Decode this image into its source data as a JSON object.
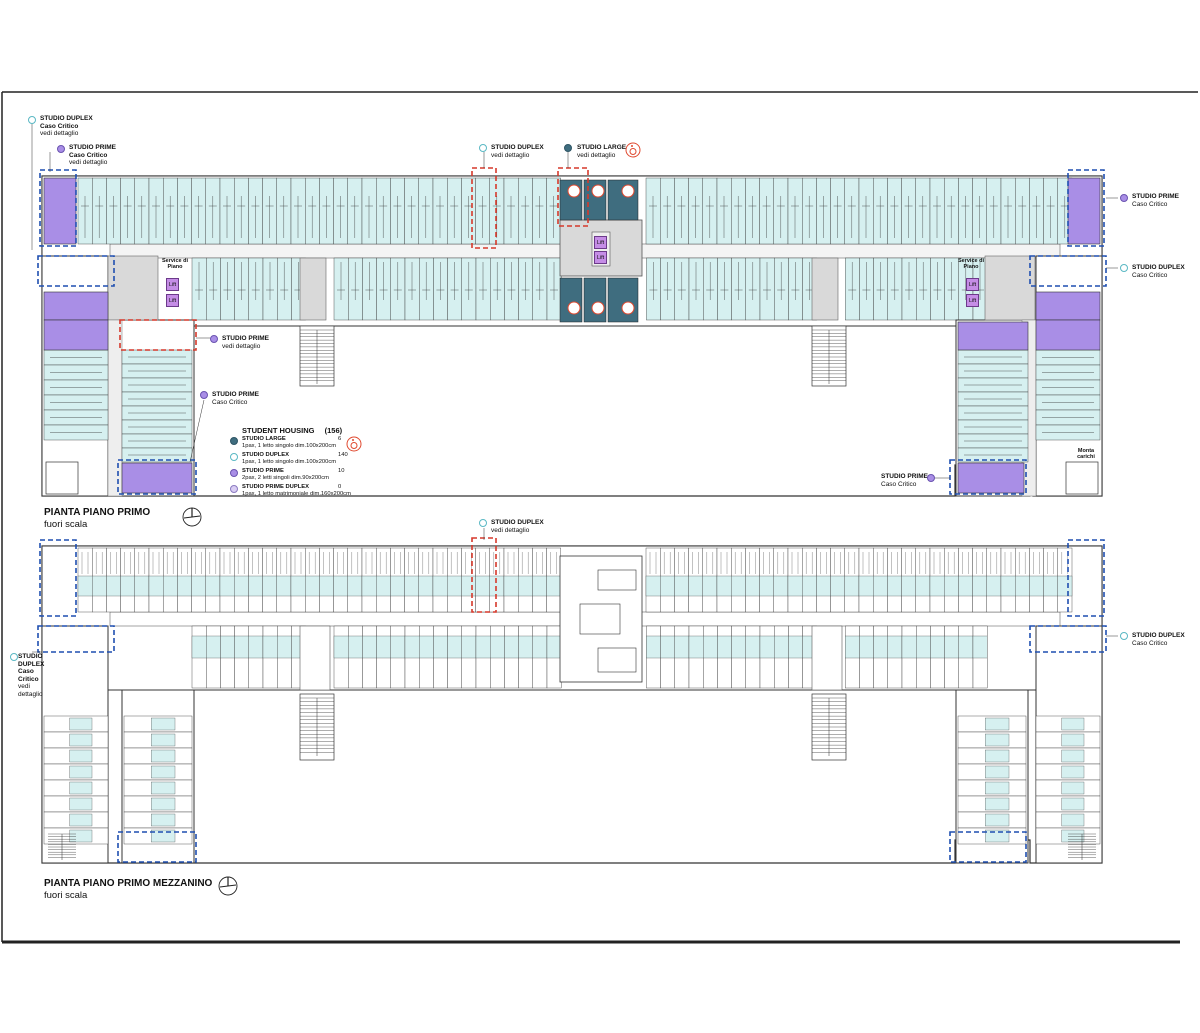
{
  "colors": {
    "duplex_fill": "#d6f0f0",
    "prime_fill": "#a98ee6",
    "large_fill": "#3f6d7f",
    "core_fill": "#d9d9d9",
    "lift_fill": "#c58de6",
    "critical_blue": "#1f4fb0",
    "detail_red": "#d6392b",
    "wall": "#333333"
  },
  "icons": {
    "accessible": "wheelchair-icon",
    "north": "north-arrow-icon"
  },
  "plan1": {
    "title": "PIANTA PIANO PRIMO",
    "subtitle": "fuori scala",
    "labels": {
      "duplex_tl": {
        "name": "STUDIO DUPLEX",
        "line2": "Caso Critico",
        "line3": "vedi dettaglio"
      },
      "prime_tl": {
        "name": "STUDIO PRIME",
        "line2": "Caso Critico",
        "line3": "vedi dettaglio"
      },
      "duplex_top": {
        "name": "STUDIO DUPLEX",
        "line2": "vedi dettaglio"
      },
      "large_top": {
        "name": "STUDIO LARGE",
        "line2": "vedi dettaglio"
      },
      "prime_right": {
        "name": "STUDIO PRIME",
        "line2": "Caso Critico"
      },
      "duplex_right": {
        "name": "STUDIO DUPLEX",
        "line2": "Caso Critico"
      },
      "prime_mid": {
        "name": "STUDIO PRIME",
        "line2": "vedi dettaglio"
      },
      "prime_left": {
        "name": "STUDIO PRIME",
        "line2": "Caso Critico"
      },
      "prime_br": {
        "name": "STUDIO PRIME",
        "line2": "Caso Critico"
      }
    },
    "lift": "Lift",
    "service_left": "Service di Piano",
    "service_right": "Service di Piano",
    "montacarichi": "Monta carichi"
  },
  "legend": {
    "title": "STUDENT HOUSING",
    "total": "(156)",
    "rows": [
      {
        "name": "STUDIO LARGE",
        "count": "6",
        "desc": "1pax, 1 letto singolo dim.100x200cm"
      },
      {
        "name": "STUDIO DUPLEX",
        "count": "140",
        "desc": "1pax, 1 letto singolo dim.100x200cm"
      },
      {
        "name": "STUDIO PRIME",
        "count": "10",
        "desc": "2pax, 2 letti singoli dim.90x200cm"
      },
      {
        "name": "STUDIO PRIME DUPLEX",
        "count": "0",
        "desc": "1pax, 1 letto matrimoniale dim.160x200cm"
      }
    ]
  },
  "plan2": {
    "title": "PIANTA PIANO PRIMO MEZZANINO",
    "subtitle": "fuori scala",
    "labels": {
      "duplex_top": {
        "name": "STUDIO DUPLEX",
        "line2": "vedi dettaglio"
      },
      "duplex_left": {
        "name": "STUDIO",
        "line2": "DUPLEX",
        "line3": "Caso",
        "line4": "Critico",
        "line5": "vedi",
        "line6": "dettaglio"
      },
      "duplex_right": {
        "name": "STUDIO DUPLEX",
        "line2": "Caso Critico"
      }
    }
  }
}
